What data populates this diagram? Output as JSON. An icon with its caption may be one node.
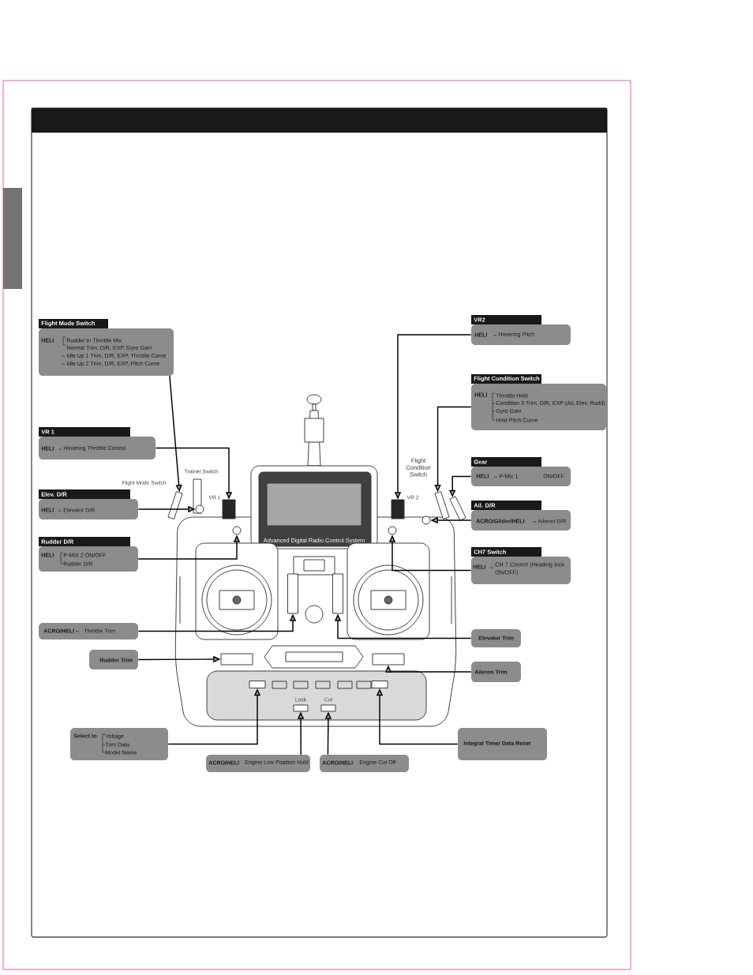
{
  "diagram": {
    "nodes": [
      {
        "text": [
          "Flight Mode Switch",
          "HELI",
          "Rudder to Throttle Mix",
          "Normal Trim, D/R, EXP, Gyro Gain",
          "Idle Up 1 Trim, D/R, EXP, Throttle Curve",
          "Idle Up 2 Trim, D/R, EXP, Pitch Curve"
        ]
      },
      {
        "text": [
          "VR 1",
          "HELI",
          "Hovering Throttle Control"
        ]
      },
      {
        "text": [
          "Elev. D/R",
          "HELI",
          "Elevator D/R"
        ]
      },
      {
        "text": [
          "Rudder D/R",
          "HELI",
          "P-MIX 2 ON/OFF",
          "Rudder D/R"
        ]
      },
      {
        "text": [
          "ACRO/HELI",
          "Throttle Trim"
        ]
      },
      {
        "text": [
          "Rudder Trim"
        ]
      },
      {
        "text": [
          "Select to",
          "Voltage",
          "Trim Data",
          "Model Name"
        ]
      },
      {
        "text": [
          "ACRO/HELI",
          "Engine Low Position Hold"
        ]
      },
      {
        "text": [
          "ACRO/HELI",
          "Engine Cut Off"
        ]
      },
      {
        "text": [
          "Integral Timer Data Reset"
        ]
      },
      {
        "text": [
          "VR2",
          "HELI",
          "Hovering Pitch"
        ]
      },
      {
        "text": [
          "Flight Condition Switch",
          "HELI",
          "Throttle Hold",
          "Condition 3 Trim, D/R, EXP (Ail, Elev, Rudd)",
          "Gyro Gain",
          "Hold Pitch Curve"
        ]
      },
      {
        "text": [
          "Gear",
          "HELI",
          "P-Mix 1",
          "ON/OFF"
        ]
      },
      {
        "text": [
          "Ail. D/R",
          "ACRO/Glider/HELI",
          "Aileron D/R"
        ]
      },
      {
        "text": [
          "CH7 Switch",
          "HELI",
          "CH 7 Control (Heading lock ON/OFF)"
        ]
      },
      {
        "text": [
          "Elevator Trim"
        ]
      },
      {
        "text": [
          "Aileron Trim"
        ]
      },
      {
        "text": [],
        "shape": "switch"
      },
      {
        "text": [],
        "shape": "knob"
      },
      {
        "text": [],
        "shape": "circle"
      },
      {
        "text": [],
        "shape": "circle"
      },
      {
        "text": [],
        "shape": "slider"
      },
      {
        "text": [],
        "shape": "slider"
      },
      {
        "text": [],
        "shape": "button"
      },
      {
        "text": [],
        "shape": "button",
        "beside": [
          "Lock"
        ]
      },
      {
        "text": [],
        "shape": "button",
        "beside": [
          "Cut"
        ]
      },
      {
        "text": [],
        "shape": "button"
      },
      {
        "text": [],
        "shape": "knob"
      },
      {
        "text": [],
        "shape": "switch"
      },
      {
        "text": [],
        "shape": "switch"
      },
      {
        "text": [],
        "shape": "circle"
      },
      {
        "text": [],
        "shape": "circle"
      },
      {
        "text": [],
        "shape": "slider"
      },
      {
        "text": [],
        "shape": "slider"
      },
      {
        "text": [],
        "shape": "bar"
      }
    ],
    "edges": [
      {
        "from": 0,
        "to": 17,
        "arrow": "to"
      },
      {
        "from": 1,
        "to": 18,
        "arrow": "to"
      },
      {
        "from": 2,
        "to": 19,
        "arrow": "to"
      },
      {
        "from": 3,
        "to": 20,
        "arrow": "to"
      },
      {
        "from": 4,
        "to": 21,
        "arrow": "to"
      },
      {
        "from": 5,
        "to": 22,
        "arrow": "to"
      },
      {
        "from": 6,
        "to": 23,
        "arrow": "to"
      },
      {
        "from": 7,
        "to": 24,
        "arrow": "to"
      },
      {
        "from": 8,
        "to": 25,
        "arrow": "to"
      },
      {
        "from": 9,
        "to": 26,
        "arrow": "to"
      },
      {
        "from": 10,
        "to": 27,
        "arrow": "to"
      },
      {
        "from": 11,
        "to": 28,
        "arrow": "to"
      },
      {
        "from": 12,
        "to": 29,
        "arrow": "to"
      },
      {
        "from": 13,
        "to": 30,
        "arrow": "to"
      },
      {
        "from": 14,
        "to": 31,
        "arrow": "to"
      },
      {
        "from": 15,
        "to": 32,
        "arrow": "to"
      },
      {
        "from": 16,
        "to": 33,
        "arrow": "to"
      }
    ],
    "labels": [
      "Trainer Switch",
      "Flight Mode Switch",
      "VR 1",
      "VR 2",
      "Flight Condition Switch",
      "Advanced Digital Radio Control System"
    ]
  }
}
